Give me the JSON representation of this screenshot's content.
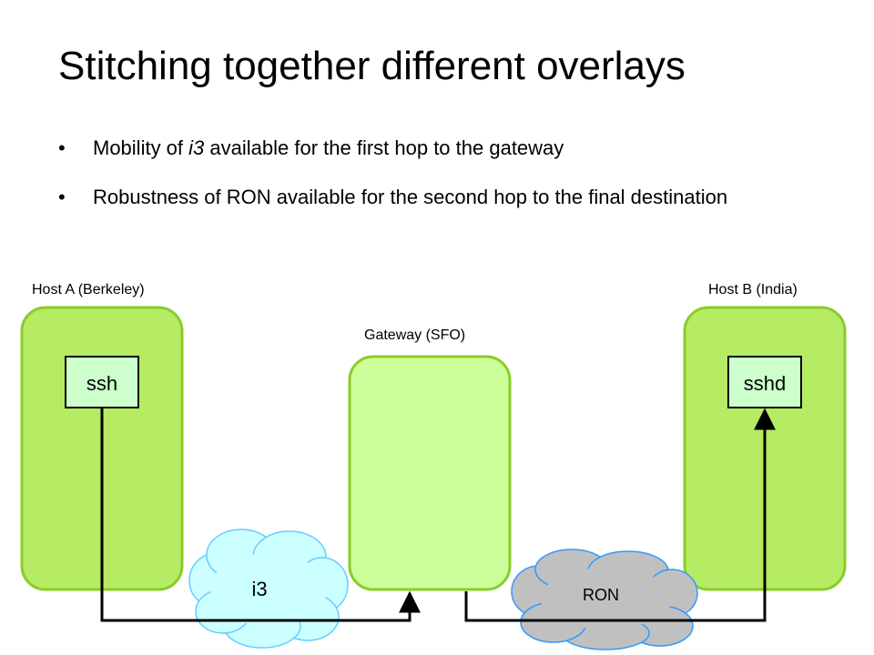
{
  "title": "Stitching together different overlays",
  "bullets": [
    {
      "before": "Mobility of ",
      "em": "i3",
      "after": " available for the first hop to the gateway"
    },
    {
      "text": "Robustness of RON available for the second hop to the final destination"
    }
  ],
  "bullet_glyph": "•",
  "hosts": {
    "host_a_label": "Host A (Berkeley)",
    "gateway_label": "Gateway (SFO)",
    "host_b_label": "Host B (India)"
  },
  "apps": {
    "left": "ssh",
    "right": "sshd"
  },
  "clouds": {
    "i3": "i3",
    "ron": "RON"
  },
  "colors": {
    "host_fill": "#b6eb64",
    "gateway_fill": "#ccff99",
    "box_stroke": "#8acc2a",
    "app_fill": "#ccffcc",
    "i3_cloud_fill": "#ccffff",
    "i3_cloud_stroke": "#66ccff",
    "ron_cloud_fill": "#c0c0c0",
    "ron_cloud_stroke": "#3399ff"
  }
}
